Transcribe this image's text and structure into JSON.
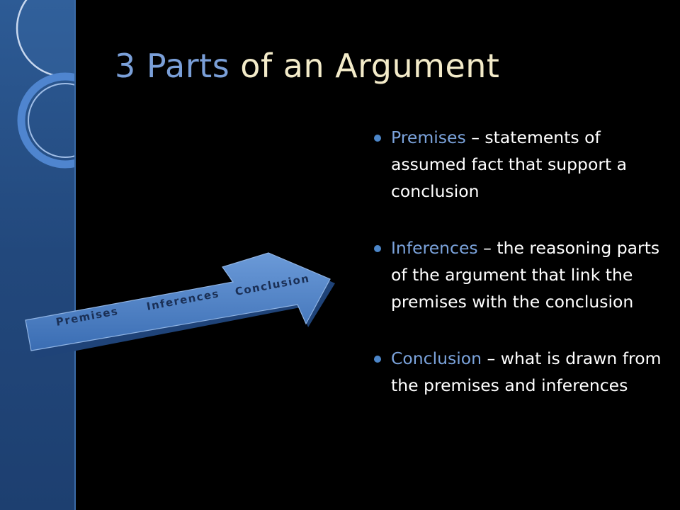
{
  "slide": {
    "title_accent": "3 Parts",
    "title_rest": " of an Argument"
  },
  "arrow": {
    "labels": [
      "Premises",
      "Inferences",
      "Conclusion"
    ],
    "color": "#3b72b9"
  },
  "bullets": [
    {
      "term": "Premises",
      "text": " – statements of assumed fact that support a conclusion"
    },
    {
      "term": "Inferences",
      "text": " – the reasoning parts of the argument that link the premises with the conclusion"
    },
    {
      "term": "Conclusion",
      "text": " – what is drawn from the premises and inferences"
    }
  ],
  "colors": {
    "background": "#000000",
    "band": "#2d5b95",
    "accent_text": "#7a9fd8",
    "title_text": "#f3ebc9",
    "bullet_dot": "#4c86c9"
  }
}
